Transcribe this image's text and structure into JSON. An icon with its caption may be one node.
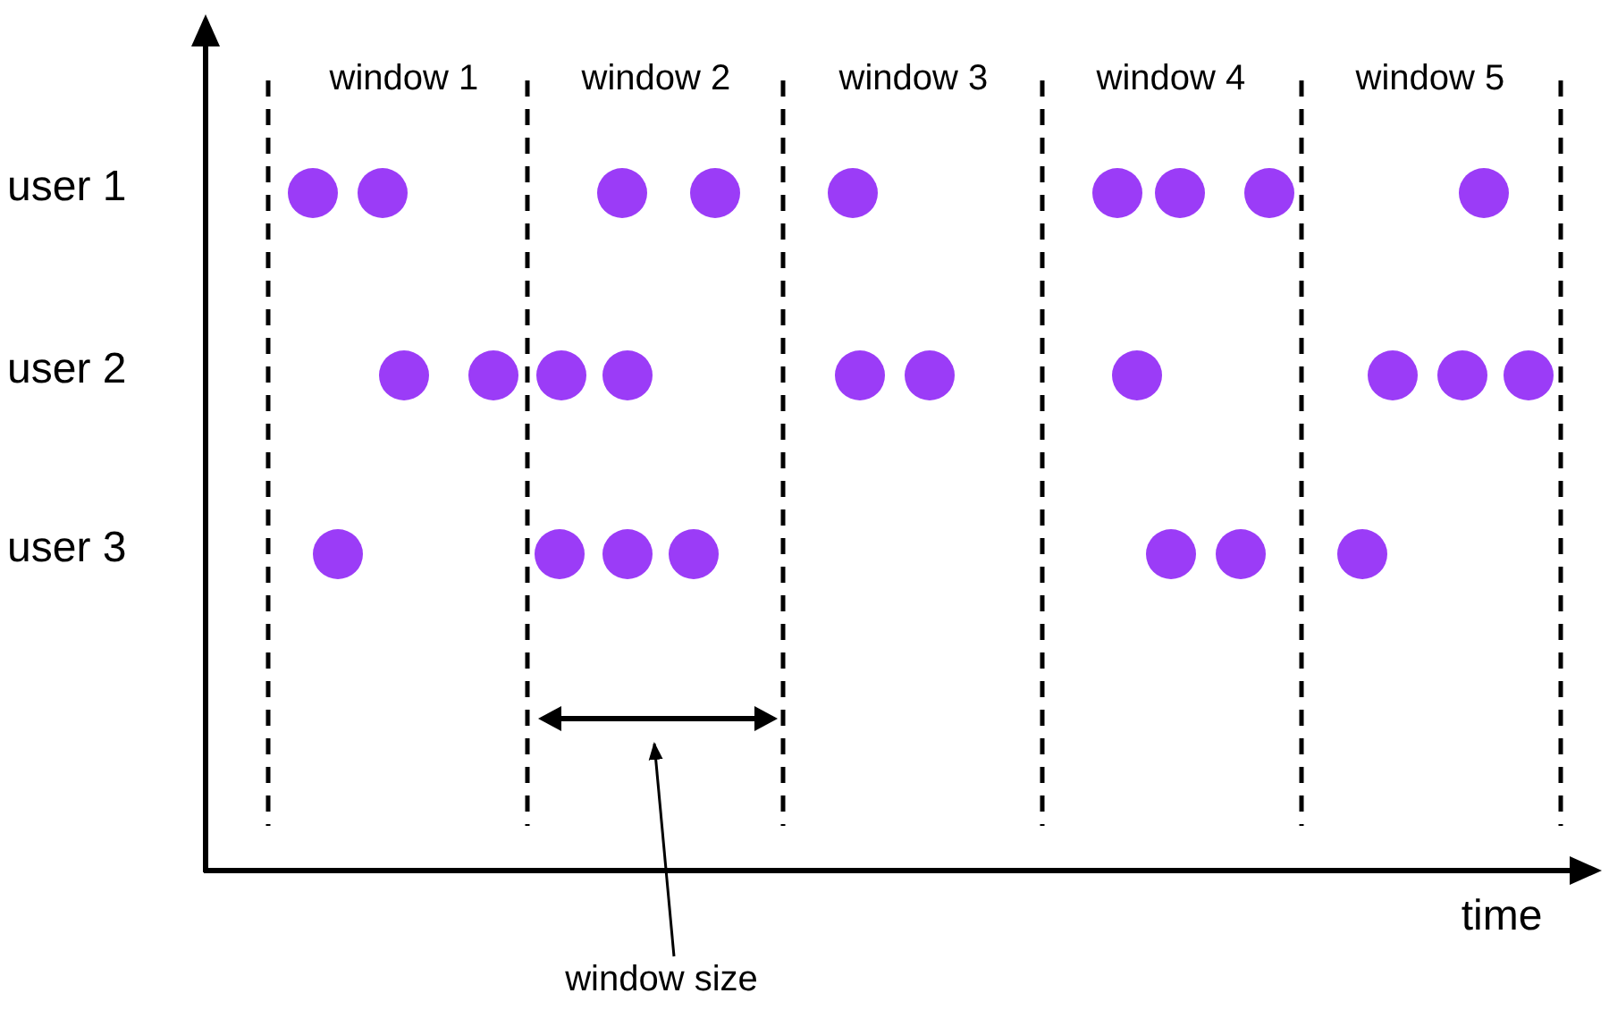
{
  "diagram": {
    "nodes": [
      {
        "text": [],
        "shape": "arrow"
      },
      {
        "text": [
          "window size"
        ]
      }
    ],
    "edges": [
      {
        "from": 1,
        "to": 0,
        "arrow": "to"
      }
    ],
    "labels": [
      "window 1",
      "window 2",
      "window 3",
      "window 4",
      "window 5",
      "user 1",
      "user 2",
      "user 3",
      "time"
    ]
  }
}
